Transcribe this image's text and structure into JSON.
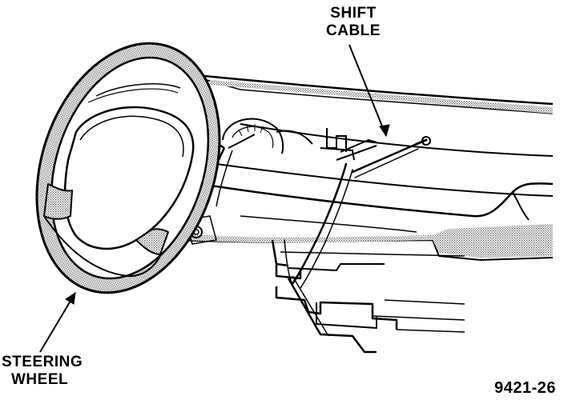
{
  "labels": {
    "shift_cable_line1": "SHIFT",
    "shift_cable_line2": "CABLE",
    "steering_wheel_line1": "STEERING",
    "steering_wheel_line2": "WHEEL",
    "figure_number": "9421-26"
  },
  "colors": {
    "ink": "#000000",
    "paper": "#ffffff",
    "hatch": "#555555"
  }
}
